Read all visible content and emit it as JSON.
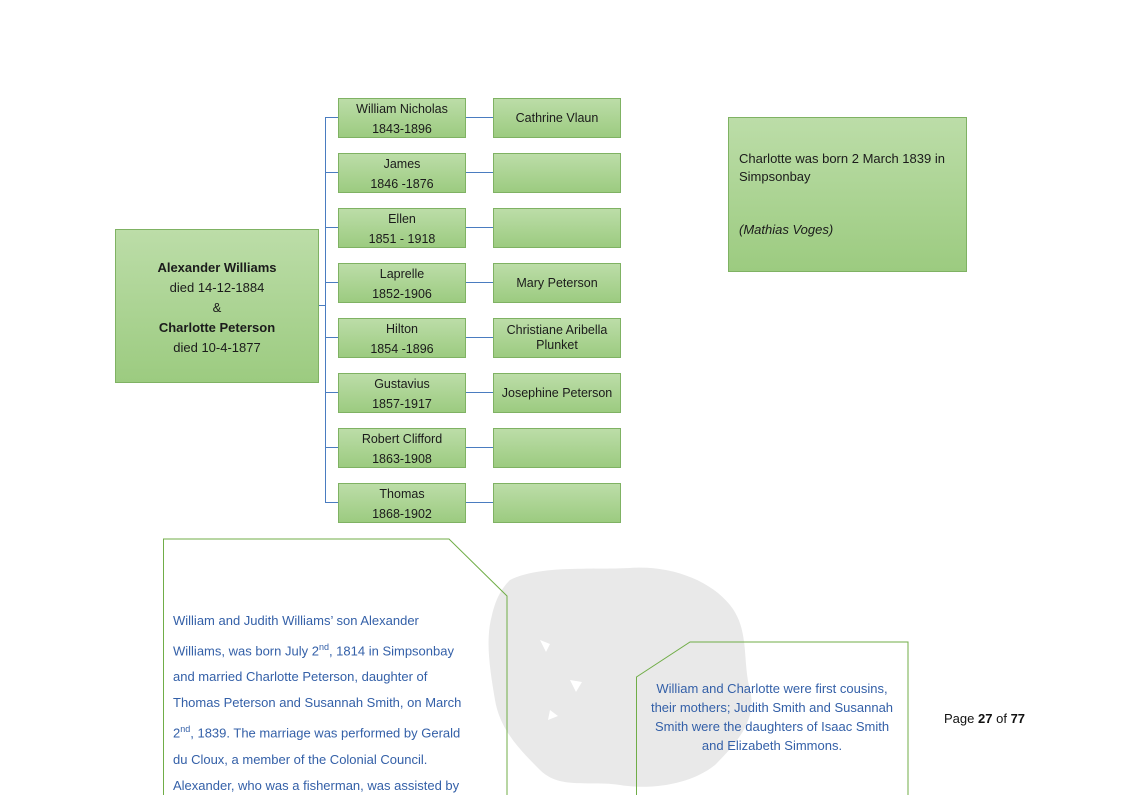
{
  "family": {
    "parents": {
      "father_name": "Alexander Williams",
      "father_died": "died 14-12-1884",
      "conjunction": "&",
      "mother_name": "Charlotte Peterson",
      "mother_died": "died 10-4-1877"
    },
    "children": [
      {
        "name": "William Nicholas",
        "years": "1843-1896",
        "spouse": "Cathrine Vlaun"
      },
      {
        "name": "James",
        "years": "1846 -1876",
        "spouse": ""
      },
      {
        "name": "Ellen",
        "years": "1851 - 1918",
        "spouse": ""
      },
      {
        "name": "Laprelle",
        "years": "1852-1906",
        "spouse": "Mary Peterson"
      },
      {
        "name": "Hilton",
        "years": "1854 -1896",
        "spouse": "Christiane Aribella Plunket"
      },
      {
        "name": "Gustavius",
        "years": "1857-1917",
        "spouse": "Josephine Peterson"
      },
      {
        "name": "Robert Clifford",
        "years": "1863-1908",
        "spouse": ""
      },
      {
        "name": "Thomas",
        "years": "1868-1902",
        "spouse": ""
      }
    ]
  },
  "note": {
    "text": "Charlotte was born 2 March 1839 in Simpsonbay",
    "source": "(Mathias Voges)"
  },
  "story": {
    "l1": "William and Judith Williams’ son Alexander",
    "l2a": "Williams, was born July 2",
    "l2sup": "nd",
    "l2b": ", 1814 in Simpsonbay",
    "l3": "and married Charlotte Peterson, daughter of",
    "l4": "Thomas Peterson and Susannah Smith, on March",
    "l5a": "2",
    "l5sup": "nd",
    "l5b": ", 1839. The marriage was performed by Gerald",
    "l6": "du Cloux, a member of the Colonial Council.",
    "l7": "Alexander, who was a fisherman, was assisted by"
  },
  "cousins": {
    "l1": "William and Charlotte were first cousins,",
    "l2": "their mothers; Judith Smith and Susannah",
    "l3": "Smith were the daughters of Isaac Smith",
    "l4": "and Elizabeth Simmons."
  },
  "footer": {
    "page_word": "Page",
    "page_current": "27",
    "of_word": "of",
    "page_total": "77"
  },
  "colors": {
    "box_fill": "#a9d18e",
    "box_border": "#7fb263",
    "connector": "#4a7cc0",
    "callout_text": "#3460a8",
    "callout_border": "#70ad47"
  }
}
